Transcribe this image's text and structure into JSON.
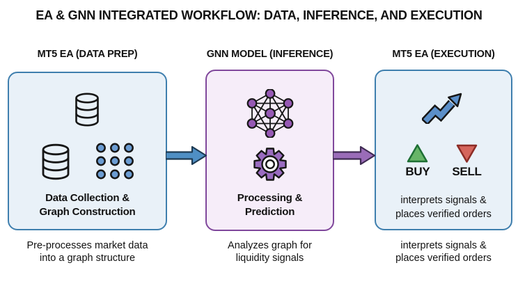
{
  "title": "EA & GNN INTEGRATED WORKFLOW: DATA, INFERENCE, AND EXECUTION",
  "columns": [
    {
      "header": "MT5 EA (DATA PREP)",
      "icons": [
        "database-icon",
        "database-icon",
        "node-grid-icon"
      ],
      "label_line1": "Data Collection &",
      "label_line2": "Graph Construction",
      "caption_line1": "Pre-processes market data",
      "caption_line2": "into a graph structure"
    },
    {
      "header": "GNN MODEL (INFERENCE)",
      "icons": [
        "graph-network-icon",
        "gear-icon"
      ],
      "label_line1": "Processing &",
      "label_line2": "Prediction",
      "caption_line1": "Analyzes graph for",
      "caption_line2": "liquidity signals"
    },
    {
      "header": "MT5 EA (EXECUTION)",
      "icons": [
        "trend-up-arrow-icon",
        "buy-triangle-icon",
        "sell-triangle-icon"
      ],
      "buy_label": "BUY",
      "sell_label": "SELL",
      "text_line1": "interprets signals &",
      "text_line2": "places verified orders",
      "caption_line1": "interprets signals &",
      "caption_line2": "places verified orders"
    }
  ],
  "colors": {
    "blue_panel_border": "#3f7fae",
    "blue_panel_bg": "#e9f1f8",
    "purple_panel_border": "#80489c",
    "purple_panel_bg": "#f6edf9",
    "flow_arrow_blue": "#4f8fc4",
    "flow_arrow_purple": "#9a6cb8",
    "dot_blue": "#6b9cd2",
    "node_purple": "#9659b4",
    "gear_purple": "#9a6cc0",
    "trend_arrow_blue": "#5b8fc9",
    "buy_green": "#67b567",
    "buy_green_border": "#1d6f34",
    "sell_red": "#d5655c",
    "sell_red_border": "#8c2c26",
    "outline_dark": "#161616"
  }
}
